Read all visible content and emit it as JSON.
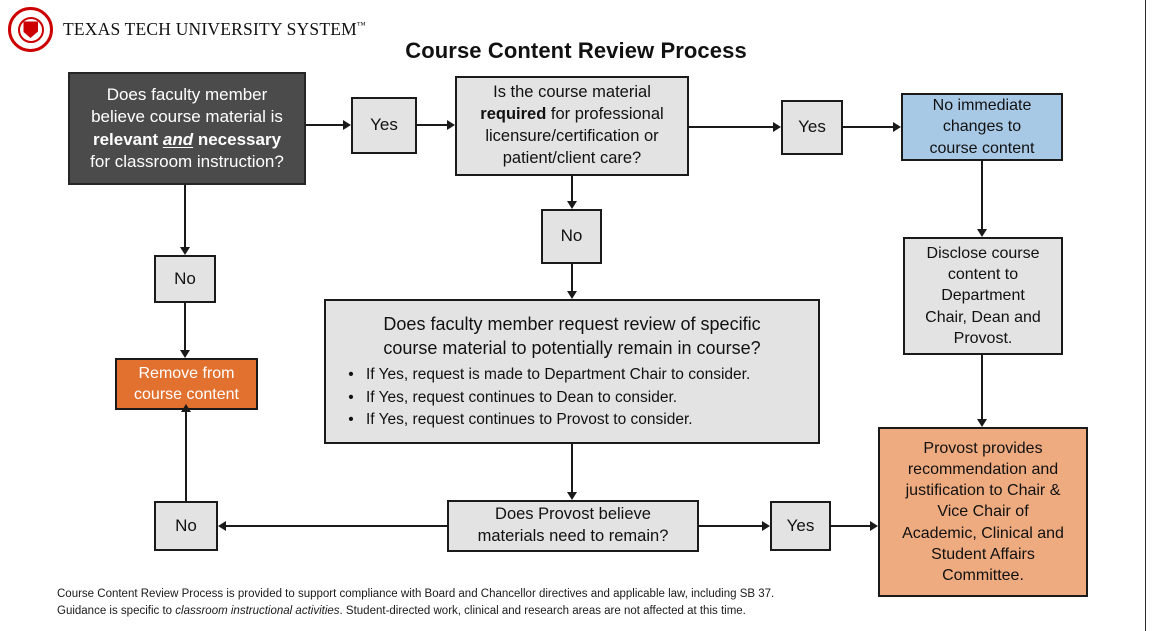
{
  "brand": {
    "logo_icon": "texas-tech-seal-icon",
    "name": "TEXAS TECH UNIVERSITY SYSTEM",
    "trademark": "™"
  },
  "title": "Course Content Review Process",
  "colors": {
    "dark_node": "#4b4b4b",
    "gray_node": "#e3e3e3",
    "blue_node": "#a8c9e6",
    "orange_solid": "#e2702f",
    "orange_light": "#efab80",
    "stroke": "#1a1a1a",
    "brand_red": "#cc0000"
  },
  "nodes": {
    "faculty_question": {
      "line1": "Does faculty member",
      "line2": "believe course material is",
      "line3_bold_a": "relevant ",
      "line3_bold_and": "and",
      "line3_bold_b": " necessary",
      "line4": "for classroom instruction?"
    },
    "yes_1": "Yes",
    "no_1": "No",
    "required_question": {
      "line1": "Is the course material",
      "line2_bold": "required",
      "line2_rest": " for professional",
      "line3": "licensure/certification or",
      "line4": "patient/client care?"
    },
    "no_2": "No",
    "yes_2": "Yes",
    "no_immediate": {
      "line1": "No immediate",
      "line2": "changes to",
      "line3": "course content"
    },
    "disclose": {
      "line1": "Disclose course",
      "line2": "content to",
      "line3": "Department",
      "line4": "Chair, Dean and",
      "line5": "Provost."
    },
    "remove": {
      "line1": "Remove from",
      "line2": "course content"
    },
    "review_request": {
      "head_line1": "Does faculty member request review of specific",
      "head_line2": "course material to potentially remain in course?",
      "bullet_marker": "•",
      "bullets": [
        "If Yes, request is made to Department Chair to consider.",
        "If Yes, request continues to Dean to consider.",
        "If Yes, request continues to Provost to consider."
      ]
    },
    "provost_question": {
      "line1": "Does Provost believe",
      "line2": "materials need to remain?"
    },
    "no_3": "No",
    "yes_3": "Yes",
    "provost_recommendation": {
      "line1": "Provost provides",
      "line2": "recommendation and",
      "line3": "justification to Chair &",
      "line4": "Vice Chair of",
      "line5": "Academic, Clinical and",
      "line6": "Student Affairs",
      "line7": "Committee."
    }
  },
  "footer": {
    "line1": "Course Content Review Process is provided to support compliance with Board and Chancellor directives and applicable law, including SB 37.",
    "line2_a": "Guidance is specific to ",
    "line2_italic": "classroom instructional activities",
    "line2_b": ". Student-directed work, clinical and research areas are not affected at this time."
  }
}
